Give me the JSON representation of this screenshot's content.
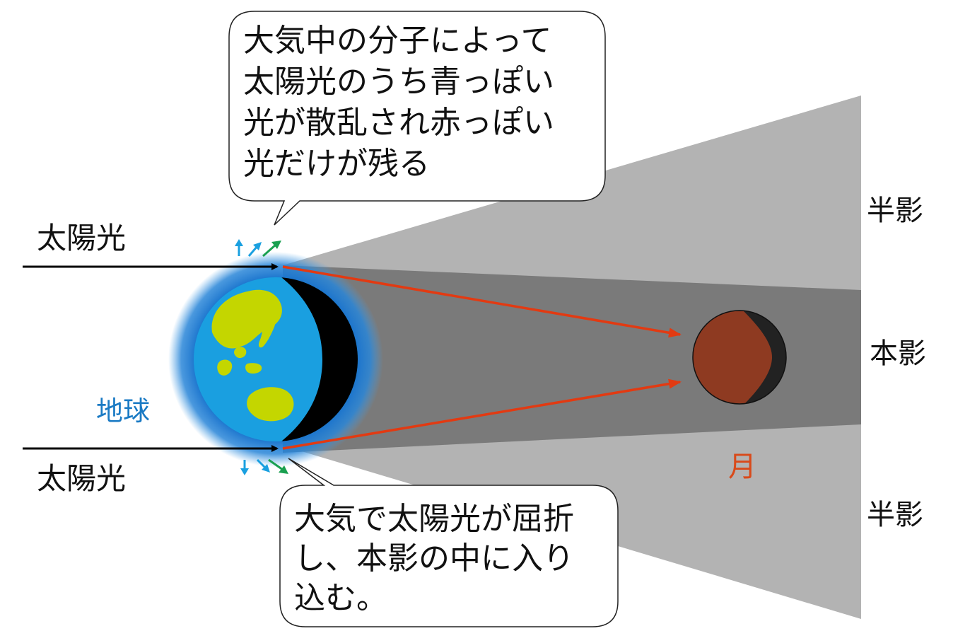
{
  "labels": {
    "sunlight_top": "太陽光",
    "sunlight_bottom": "太陽光",
    "earth": "地球",
    "moon": "月",
    "penumbra_top": "半影",
    "umbra": "本影",
    "penumbra_bottom": "半影"
  },
  "callouts": {
    "top": {
      "lines": [
        "大気中の分子によって",
        "太陽光のうち青っぽい",
        "光が散乱され赤っぽい",
        "光だけが残る"
      ]
    },
    "bottom": {
      "lines": [
        "大気で太陽光が屈折",
        "し、本影の中に入り",
        "込む。"
      ]
    }
  },
  "colors": {
    "penumbra": "#b3b3b3",
    "umbra": "#7a7a7a",
    "refracted_light": "#e23a12",
    "earth_label": "#1a7ac4",
    "moon_label": "#d94a1a",
    "moon_lit": "#8e3a21",
    "moon_dark": "#222222",
    "ocean": "#1a9fe0",
    "land": "#c4d600",
    "atmosphere": "#1872cc",
    "scatter_blue": "#1aa0e0",
    "scatter_green": "#1aa050"
  },
  "icons": {
    "earth": "earth-globe-icon",
    "moon": "eclipsed-moon-icon"
  }
}
